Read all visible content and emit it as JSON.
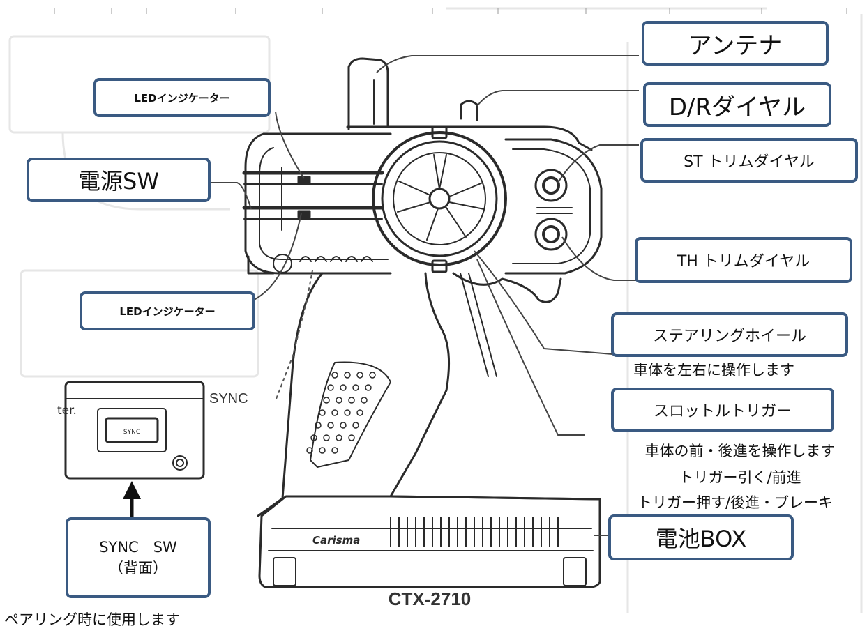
{
  "labels": {
    "antenna": "アンテナ",
    "dr_dial": "D/Rダイヤル",
    "st_trim": "ST トリムダイヤル",
    "th_trim": "TH トリムダイヤル",
    "steering_wheel": "ステアリングホイール",
    "throttle_trigger": "スロットルトリガー",
    "battery_box": "電池BOX",
    "led_indicator_top": "LEDインジケーター",
    "led_indicator_bottom": "LEDインジケーター",
    "power_sw": "電源SW",
    "sync_sw_line1": "SYNC　SW",
    "sync_sw_line2": "（背面）"
  },
  "notes": {
    "steering_desc": "車体を左右に操作します",
    "throttle_desc_1": "車体の前・後進を操作します",
    "throttle_desc_2": "トリガー引く/前進",
    "throttle_desc_3": "トリガー押す/後進・ブレーキ",
    "sync_desc": "ペアリング時に使用します"
  },
  "device": {
    "sync_tag": "SYNC",
    "model": "CTX-2710",
    "brand": "Carisma",
    "button_text": "SYNC"
  },
  "colors": {
    "callout_border": "#3a5a82",
    "line_art": "#2a2a2a",
    "text": "#111111"
  }
}
